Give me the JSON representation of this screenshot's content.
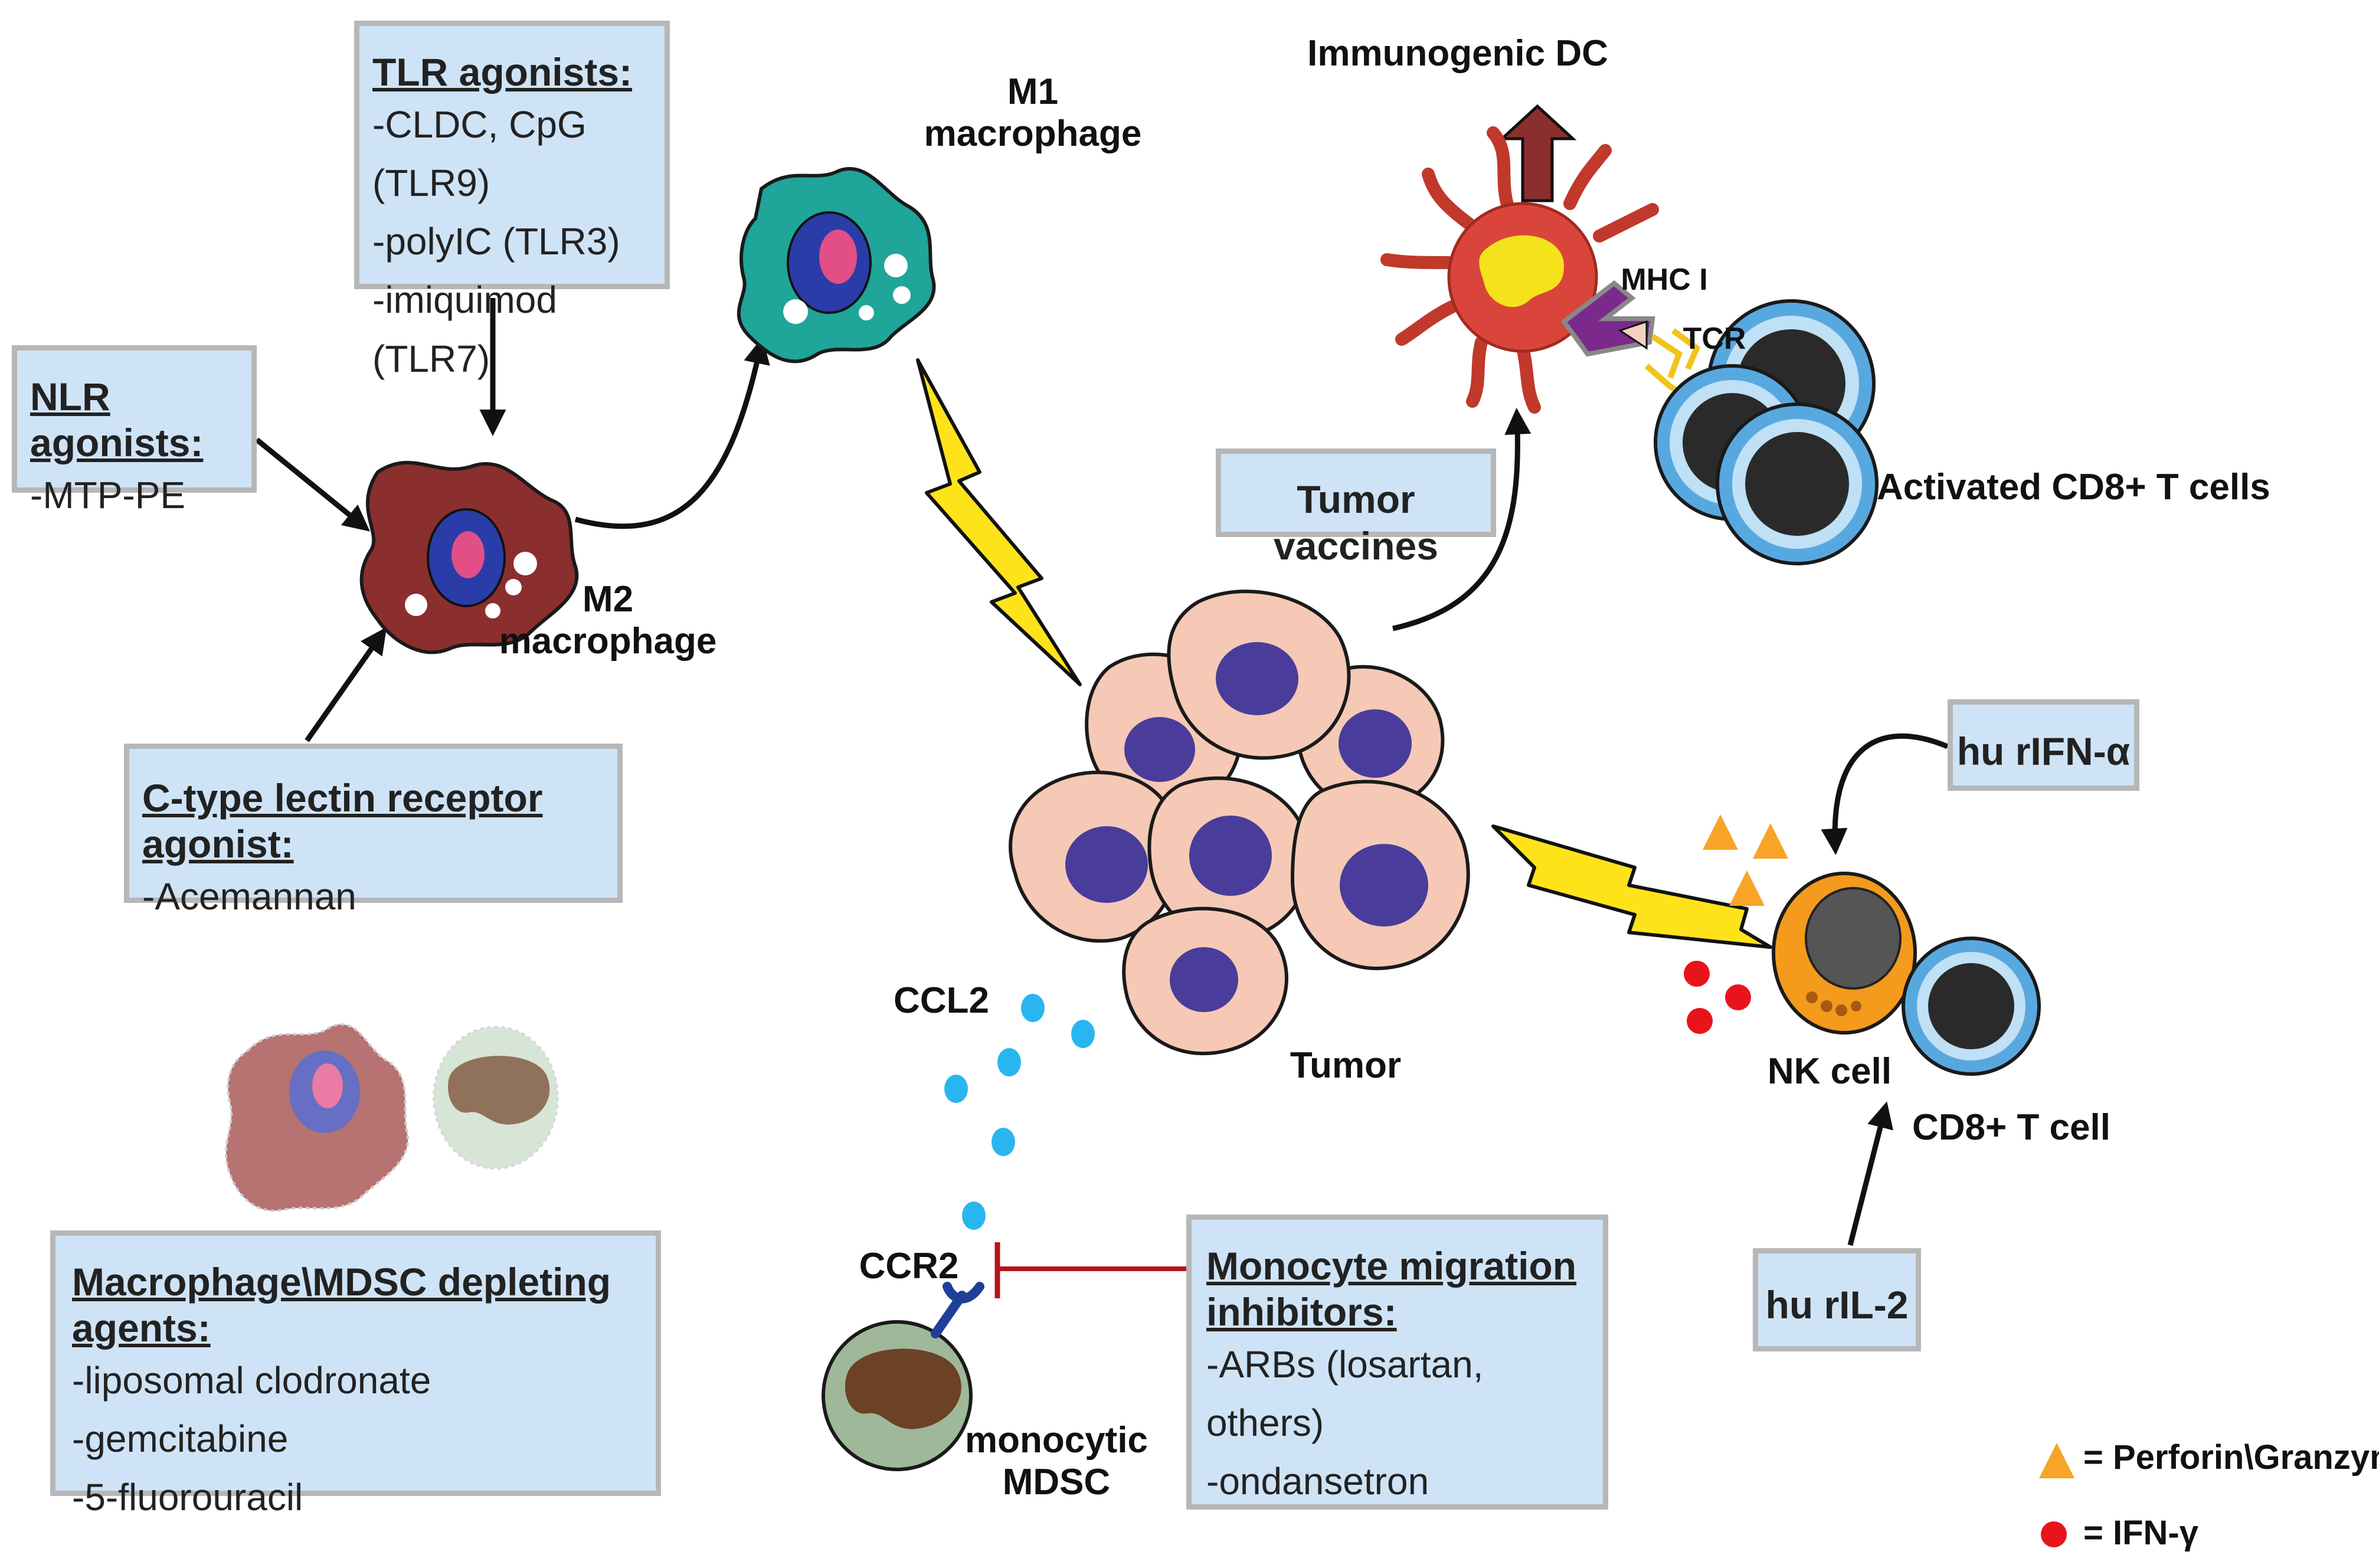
{
  "boxes": {
    "tlr": {
      "title": "TLR agonists:",
      "items": [
        "-CLDC, CpG (TLR9)",
        "-polyIC (TLR3)",
        "-imiquimod (TLR7)"
      ]
    },
    "nlr": {
      "title": "NLR agonists:",
      "items": [
        "-MTP-PE"
      ]
    },
    "ctype": {
      "title": "C-type lectin receptor agonist:",
      "items": [
        "-Acemannan"
      ]
    },
    "depleting": {
      "title": "Macrophage\\MDSC depleting agents:",
      "items": [
        "-liposomal clodronate",
        "-gemcitabine",
        "-5-fluorouracil"
      ]
    },
    "monocyte": {
      "title_line1": "Monocyte migration",
      "title_line2": "inhibitors:",
      "items": [
        "-ARBs (losartan, others)",
        "-ondansetron"
      ]
    },
    "vaccines": {
      "label": "Tumor vaccines"
    },
    "ifn": {
      "label": "hu rIFN-α"
    },
    "il2": {
      "label": "hu rIL-2"
    }
  },
  "labels": {
    "m1": "M1\nmacrophage",
    "m2": "M2\nmacrophage",
    "immunogenic_dc": "Immunogenic DC",
    "mhc": "MHC I",
    "tcr": "TCR",
    "activated_t": "Activated CD8+ T cells",
    "tumor": "Tumor",
    "nk": "NK cell",
    "cd8": "CD8+ T cell",
    "ccl2": "CCL2",
    "ccr2": "CCR2",
    "mdsc": "monocytic\nMDSC"
  },
  "legend": {
    "perforin": "= Perforin\\Granzyme",
    "ifng": "= IFN-γ"
  },
  "colors": {
    "box_fill": "#cfe3f6",
    "box_border": "#b7b7b7",
    "m2_cell": "#8b2e2e",
    "m1_cell": "#1fa59a",
    "nucleus_blue": "#2a3ca8",
    "tumor_cell": "#f5c9b6",
    "tumor_nucleus": "#4a3c9a",
    "dc": "#d9453b",
    "t_cell_blue": "#58a8e0",
    "nk_orange": "#f49a1c",
    "lightning": "#ffe31a",
    "ccl2_dot": "#29b6f0",
    "inhibitor_red": "#b5141c",
    "perforin_orange": "#f7a428",
    "ifn_red": "#e8141c",
    "mdsc_cell": "#9fb89a"
  }
}
